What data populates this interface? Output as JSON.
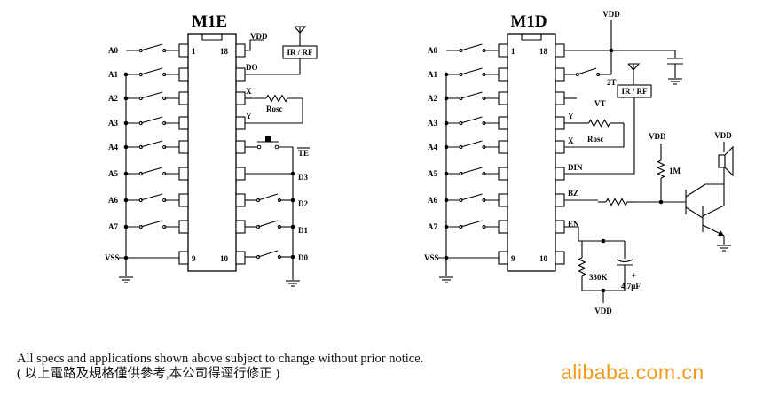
{
  "circuits": {
    "m1e": {
      "title": "M1E",
      "inputs": [
        "A0",
        "A1",
        "A2",
        "A3",
        "A4",
        "A5",
        "A6",
        "A7"
      ],
      "pins": {
        "p1": "1",
        "p9": "9",
        "p10": "10",
        "p18": "18"
      },
      "vdd": "VDD",
      "vss": "VSS",
      "module": "IR / RF",
      "right": {
        "do": "DO",
        "x": "X",
        "y": "Y",
        "te": "TE",
        "d3": "D3",
        "d2": "D2",
        "d1": "D1",
        "d0": "D0"
      },
      "rosc": "Rosc"
    },
    "m1d": {
      "title": "M1D",
      "inputs": [
        "A0",
        "A1",
        "A2",
        "A3",
        "A4",
        "A5",
        "A6",
        "A7"
      ],
      "pins": {
        "p1": "1",
        "p9": "9",
        "p10": "10",
        "p18": "18"
      },
      "vdd_top": "VDD",
      "vss": "VSS",
      "switch_2t": "2T",
      "module": "IR / RF",
      "right": {
        "vt": "VT",
        "y": "Y",
        "x": "X",
        "din": "DIN",
        "bz": "BZ",
        "en": "EN"
      },
      "rosc": "Rosc",
      "vdd_1m": "VDD",
      "r_1m": "1M",
      "vdd_spk": "VDD",
      "r_330k": "330K",
      "cap_plus": "+",
      "cap": "4.7μF",
      "vdd_bottom": "VDD"
    }
  },
  "notice": {
    "english": "All specs and applications shown above subject to change without prior notice.",
    "chinese": "( 以上電路及規格僅供參考,本公司得逕行修正 )"
  },
  "watermark": "alibaba.com.cn",
  "colors": {
    "lines": "#000000",
    "watermark": "#f39a1b",
    "background": "#ffffff"
  }
}
